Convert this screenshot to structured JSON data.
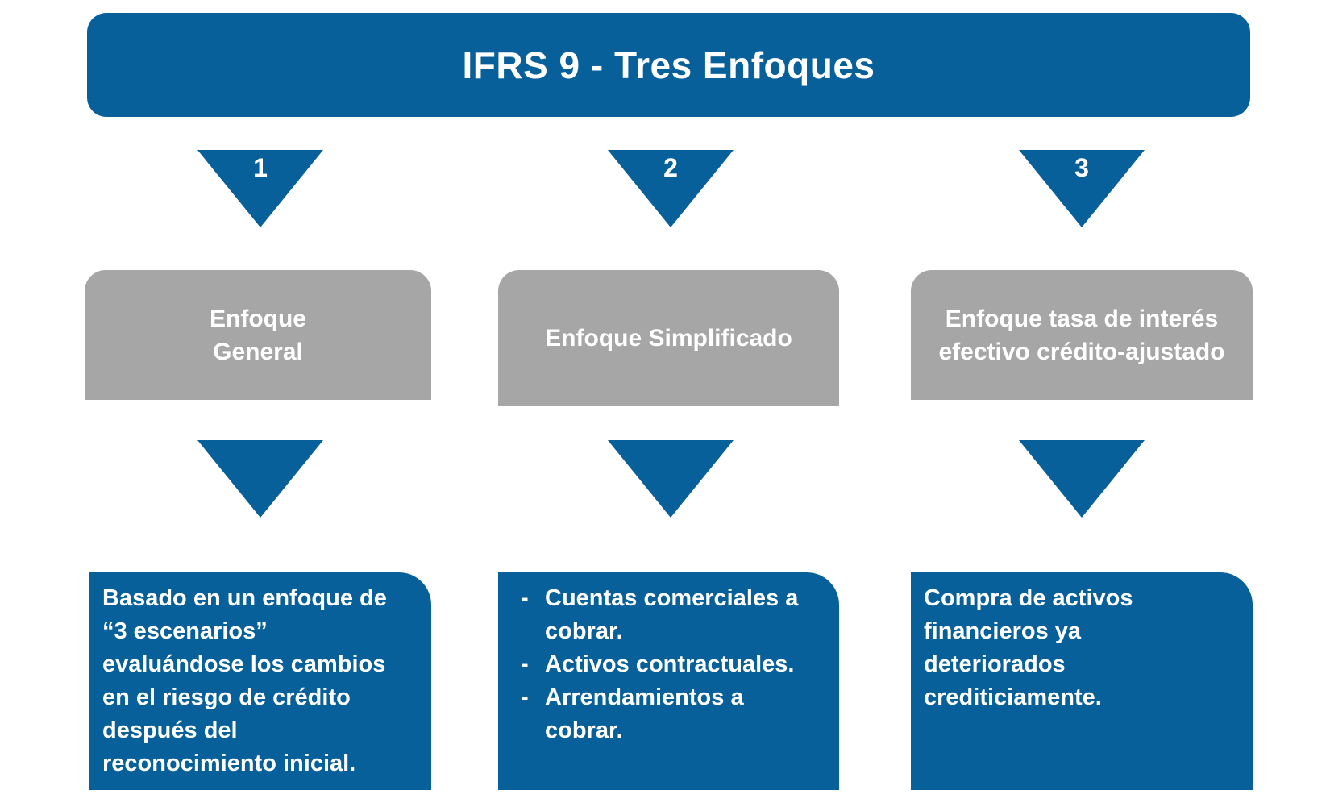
{
  "title": "IFRS 9 - Tres Enfoques",
  "colors": {
    "primary": "#07609a",
    "gray": "#a6a6a6",
    "text": "#ffffff"
  },
  "approaches": [
    {
      "number": "1",
      "heading_lines": [
        "Enfoque",
        "General"
      ],
      "description_lines": [
        "Basado en un enfoque de",
        "“3 escenarios”",
        "evaluándose los cambios",
        "en el riesgo de crédito",
        "después del",
        "reconocimiento inicial."
      ]
    },
    {
      "number": "2",
      "heading_lines": [
        "Enfoque Simplificado"
      ],
      "bullet_marker": "-",
      "bullets": [
        [
          "Cuentas comerciales a",
          "cobrar."
        ],
        [
          "Activos contractuales."
        ],
        [
          "Arrendamientos a",
          "cobrar."
        ]
      ]
    },
    {
      "number": "3",
      "heading_lines": [
        "Enfoque tasa de interés",
        "efectivo crédito-ajustado"
      ],
      "description_lines": [
        "Compra de activos",
        "financieros ya",
        "deteriorados",
        "crediticiamente."
      ]
    }
  ]
}
